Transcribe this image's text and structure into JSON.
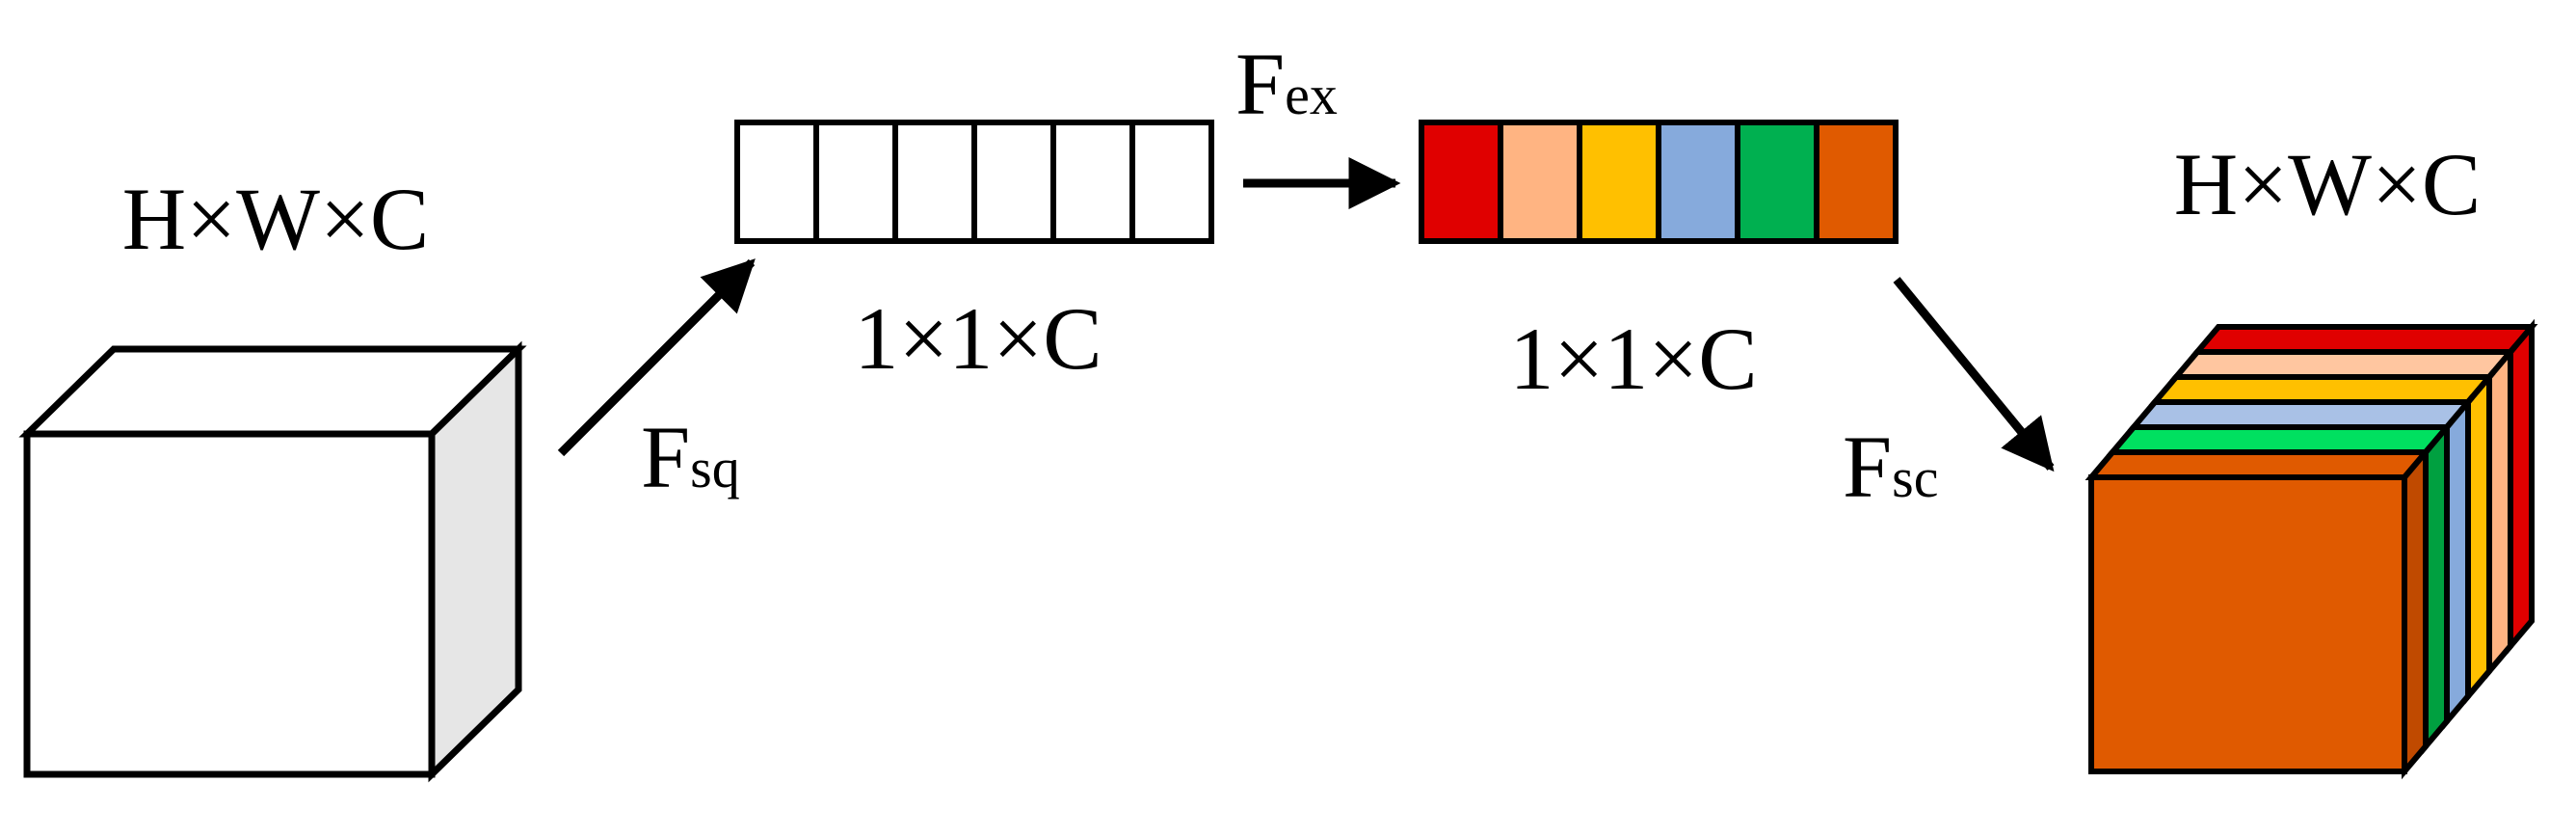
{
  "input_tensor": {
    "dims_label": "H×W×C"
  },
  "squeeze": {
    "op_main": "F",
    "op_sub": "sq",
    "output_label": "1×1×C",
    "cells": 6
  },
  "excitation": {
    "op_main": "F",
    "op_sub": "ex",
    "output_label": "1×1×C",
    "channel_colors": [
      "#e00000",
      "#ffb482",
      "#ffc000",
      "#86aadc",
      "#00b050",
      "#e05a00"
    ]
  },
  "scale": {
    "op_main": "F",
    "op_sub": "sc",
    "dims_label": "H×W×C",
    "layer_colors_back_to_front": [
      "#e00000",
      "#ffc6a0",
      "#ffc000",
      "#a9c1e6",
      "#00e060",
      "#e05a00"
    ],
    "layer_side_colors_back_to_front": [
      "#e00000",
      "#ffb482",
      "#ffc000",
      "#86aadc",
      "#00a040",
      "#c04a00"
    ]
  },
  "colors": {
    "stroke": "#000000",
    "cube_face": "#ffffff",
    "cube_side": "#e6e6e6"
  }
}
